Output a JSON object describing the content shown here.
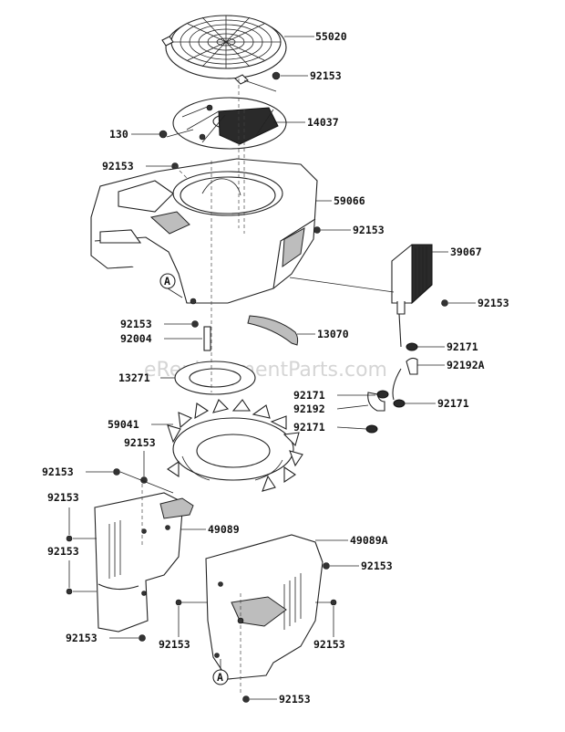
{
  "watermark": "eReplacementParts.com",
  "callouts": {
    "c55020": "55020",
    "c92153_top": "92153",
    "c14037": "14037",
    "c130": "130",
    "c92153_a": "92153",
    "c59066": "59066",
    "c92153_b": "92153",
    "c39067": "39067",
    "c92153_c": "92153",
    "c92153_d": "92153",
    "c92004": "92004",
    "c13070": "13070",
    "c92171_a": "92171",
    "c92192A": "92192A",
    "c13271": "13271",
    "c92171_b": "92171",
    "c92192": "92192",
    "c92171_c": "92171",
    "c92171_d": "92171",
    "c59041": "59041",
    "c92153_e": "92153",
    "c92153_f": "92153",
    "c92153_g": "92153",
    "c49089": "49089",
    "c92153_h": "92153",
    "c49089A": "49089A",
    "c92153_i": "92153",
    "c92153_j": "92153",
    "c92153_k": "92153",
    "c92153_l": "92153",
    "c92153_m": "92153"
  },
  "ref_markers": {
    "a1": "A",
    "a2": "A"
  }
}
